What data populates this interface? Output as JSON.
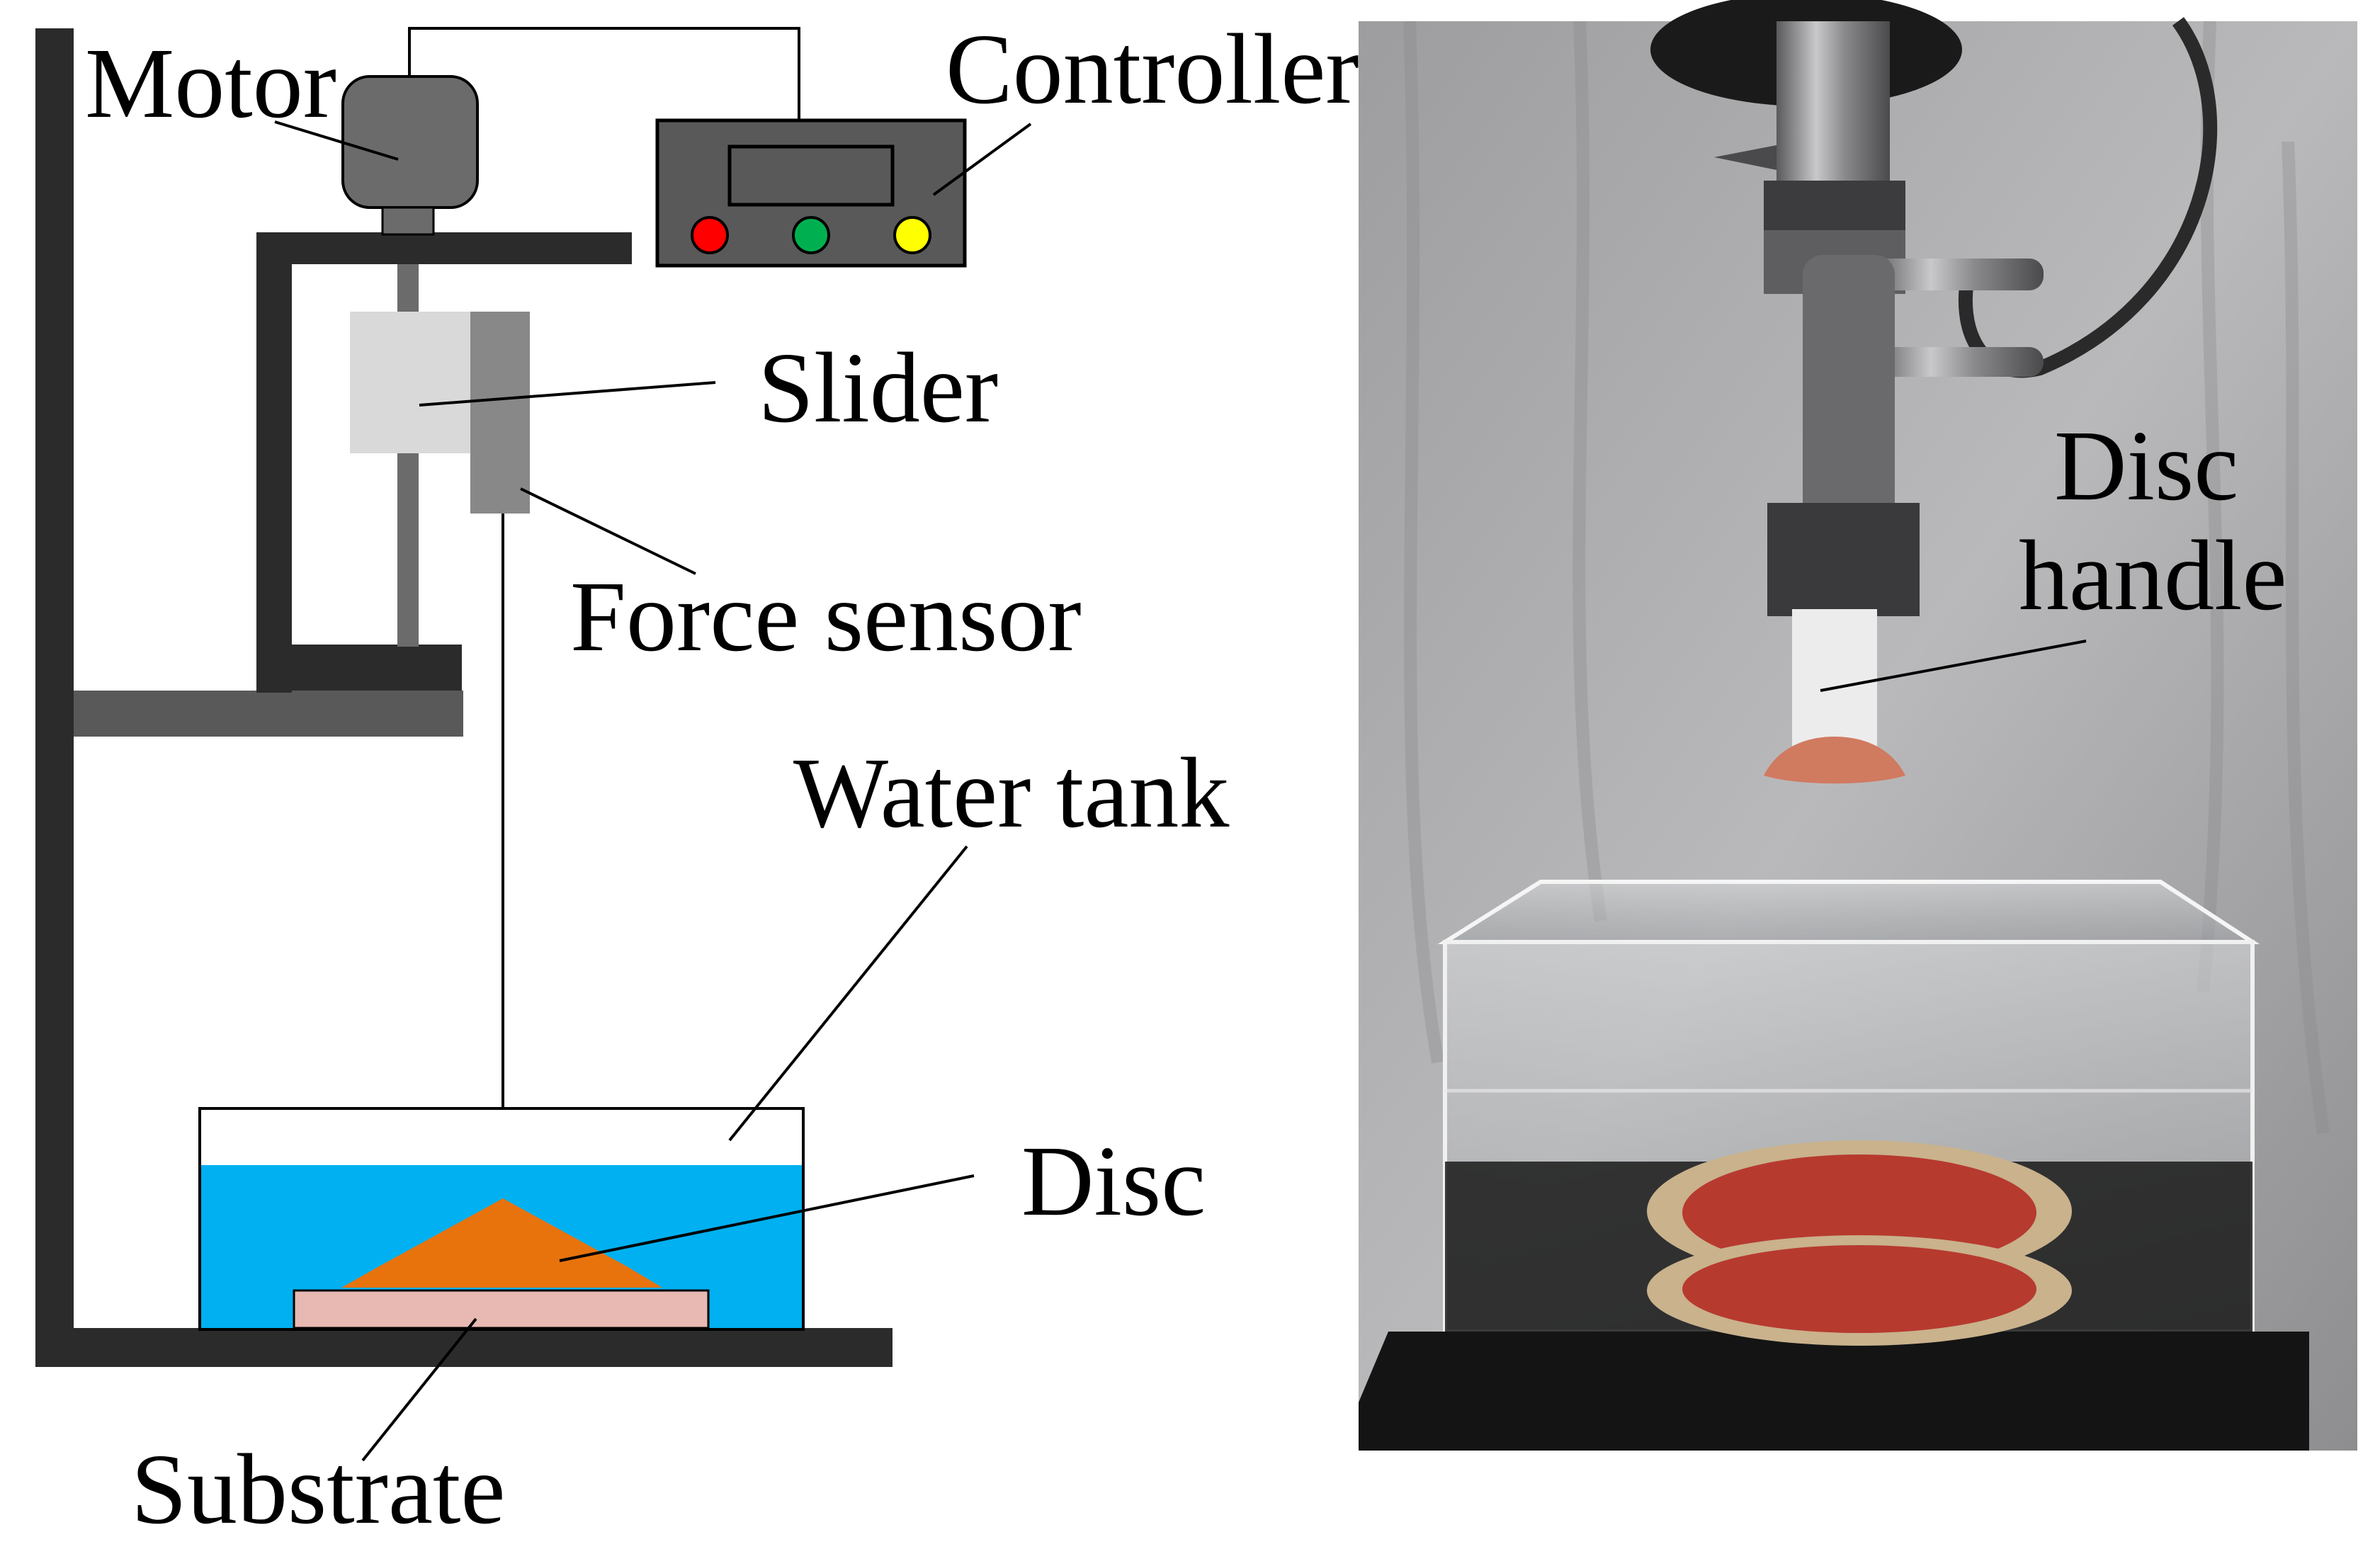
{
  "schematic": {
    "labels": {
      "motor": "Motor",
      "controller": "Controller",
      "slider": "Slider",
      "force_sensor": "Force sensor",
      "water_tank": "Water tank",
      "disc": "Disc",
      "substrate": "Substrate"
    },
    "controller_buttons": [
      "red-button",
      "green-button",
      "yellow-button"
    ],
    "colors": {
      "frame": "#2b2b2b",
      "motor": "#6b6b6b",
      "slider": "#d9d9d9",
      "force_sensor": "#888888",
      "water": "#00b0f0",
      "disc": "#e8730d",
      "substrate": "#e8b8b2",
      "button_red": "#ff0000",
      "button_green": "#00b050",
      "button_yellow": "#ffff00"
    }
  },
  "photo": {
    "labels": {
      "disc_handle_line1": "Disc",
      "disc_handle_line2": "handle"
    }
  }
}
